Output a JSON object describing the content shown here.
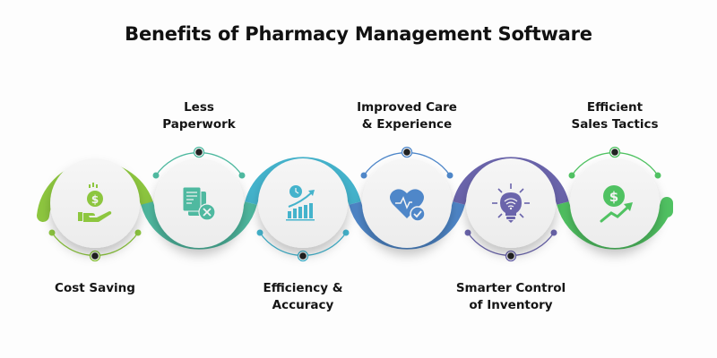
{
  "title": "Benefits of Pharmacy Management Software",
  "steps": [
    {
      "label_line1": "Cost Saving",
      "label_line2": "",
      "position": "bottom",
      "color": "#8dc63f",
      "dark": "#7bb234",
      "icon": "hand-dollar-icon"
    },
    {
      "label_line1": "Less",
      "label_line2": "Paperwork",
      "position": "top",
      "color": "#4fb9a0",
      "dark": "#3fa38b",
      "icon": "documents-cancel-icon"
    },
    {
      "label_line1": "Efficiency &",
      "label_line2": "Accuracy",
      "position": "bottom",
      "color": "#44b3cc",
      "dark": "#3aa0b8",
      "icon": "clock-growth-chart-icon"
    },
    {
      "label_line1": "Improved Care",
      "label_line2": "& Experience",
      "position": "top",
      "color": "#4f87c9",
      "dark": "#4477b8",
      "icon": "heart-check-icon"
    },
    {
      "label_line1": "Smarter Control",
      "label_line2": "of Inventory",
      "position": "bottom",
      "color": "#6a64ab",
      "dark": "#5b5597",
      "icon": "smart-bulb-icon"
    },
    {
      "label_line1": "Efficient",
      "label_line2": "Sales Tactics",
      "position": "top",
      "color": "#50c262",
      "dark": "#43ad54",
      "icon": "dollar-growth-icon"
    }
  ]
}
